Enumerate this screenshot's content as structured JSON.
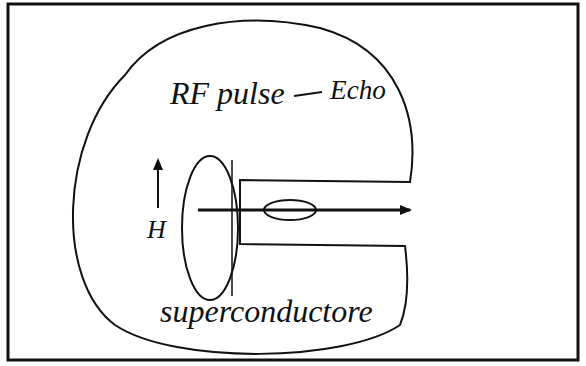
{
  "diagram": {
    "labels": [
      "RF pulse",
      "Echo",
      "H",
      "superconductore"
    ]
  }
}
